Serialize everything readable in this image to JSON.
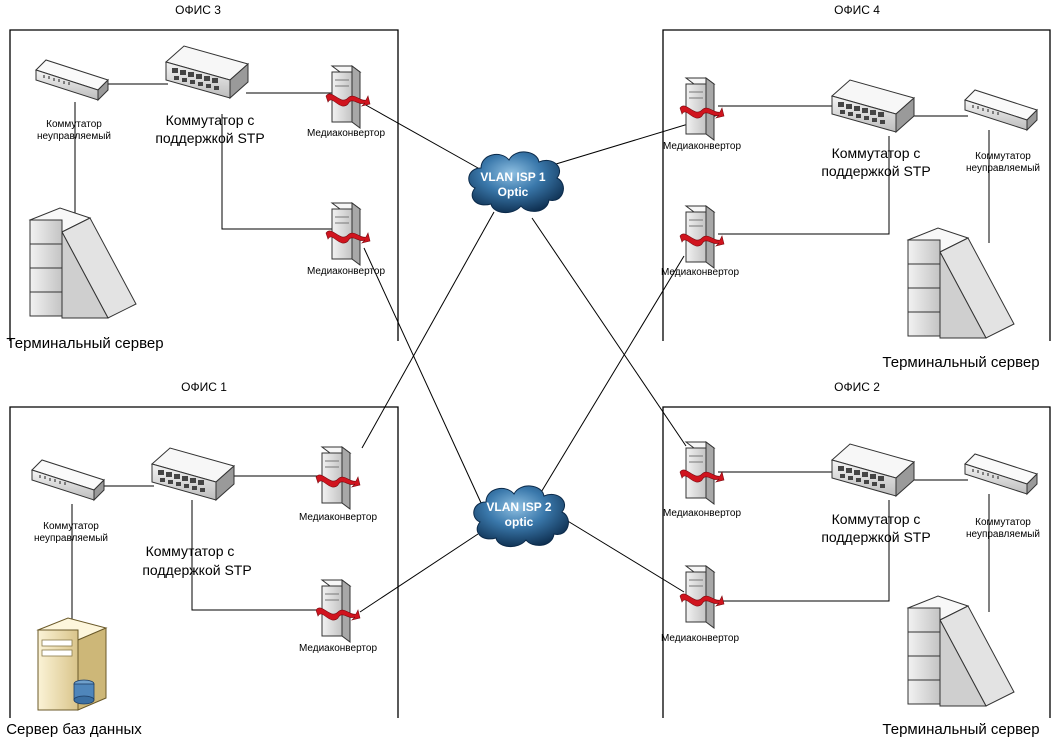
{
  "offices": {
    "office3": {
      "title": "ОФИС 3",
      "terminal_label": "Терминальный сервер"
    },
    "office4": {
      "title": "ОФИС 4",
      "terminal_label": "Терминальный сервер"
    },
    "office1": {
      "title": "ОФИС 1",
      "server_label": "Сервер баз данных"
    },
    "office2": {
      "title": "ОФИС 2",
      "terminal_label": "Терминальный сервер"
    }
  },
  "labels": {
    "unmanaged_switch_line1": "Коммутатор",
    "unmanaged_switch_line2": "неуправляемый",
    "stp_switch_line1": "Коммутатор с",
    "stp_switch_line2": "поддержкой STP",
    "media_converter": "Медиаконвертор"
  },
  "clouds": {
    "isp1": {
      "line1": "VLAN ISP 1",
      "line2": "Optic"
    },
    "isp2": {
      "line1": "VLAN ISP 2",
      "line2": "optic"
    }
  },
  "colors": {
    "cloud_dark": "#0b2a4a",
    "cloud_mid": "#2e6b9e",
    "cloud_light": "#7fb4d8",
    "converter_arrow": "#d0141e",
    "device_gray": "#d9d9d9"
  }
}
